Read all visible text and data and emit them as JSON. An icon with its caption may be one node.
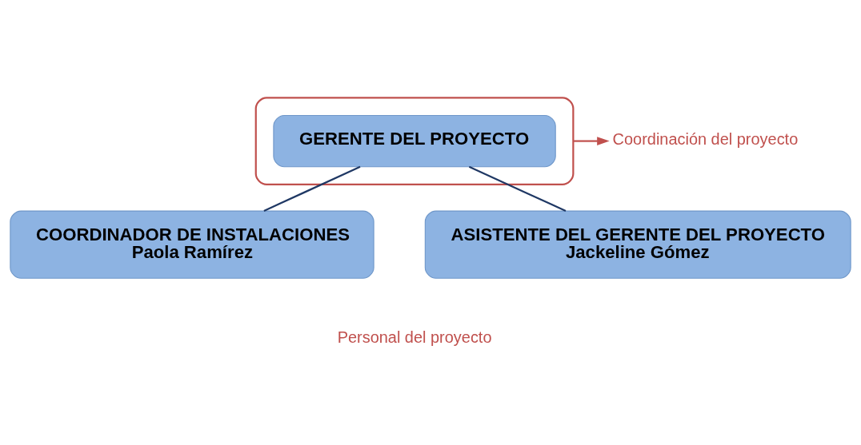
{
  "diagram": {
    "nodes": [
      {
        "text": [],
        "shape": "box"
      },
      {
        "text": [
          "GERENTE DEL PROYECTO"
        ],
        "in": 0
      },
      {
        "text": [
          "COORDINADOR DE INSTALACIONES",
          "Paola Ramírez"
        ]
      },
      {
        "text": [
          "ASISTENTE DEL GERENTE DEL PROYECTO",
          "Jackeline Gómez"
        ]
      },
      {
        "text": [
          "Coordinación del proyecto"
        ]
      }
    ],
    "edges": [
      {
        "from": 1,
        "to": 2,
        "arrow": "none"
      },
      {
        "from": 1,
        "to": 3,
        "arrow": "none"
      },
      {
        "from": 0,
        "to": 4,
        "arrow": "to",
        "color": "#c0504d"
      }
    ],
    "labels": [
      "Personal del proyecto"
    ]
  }
}
